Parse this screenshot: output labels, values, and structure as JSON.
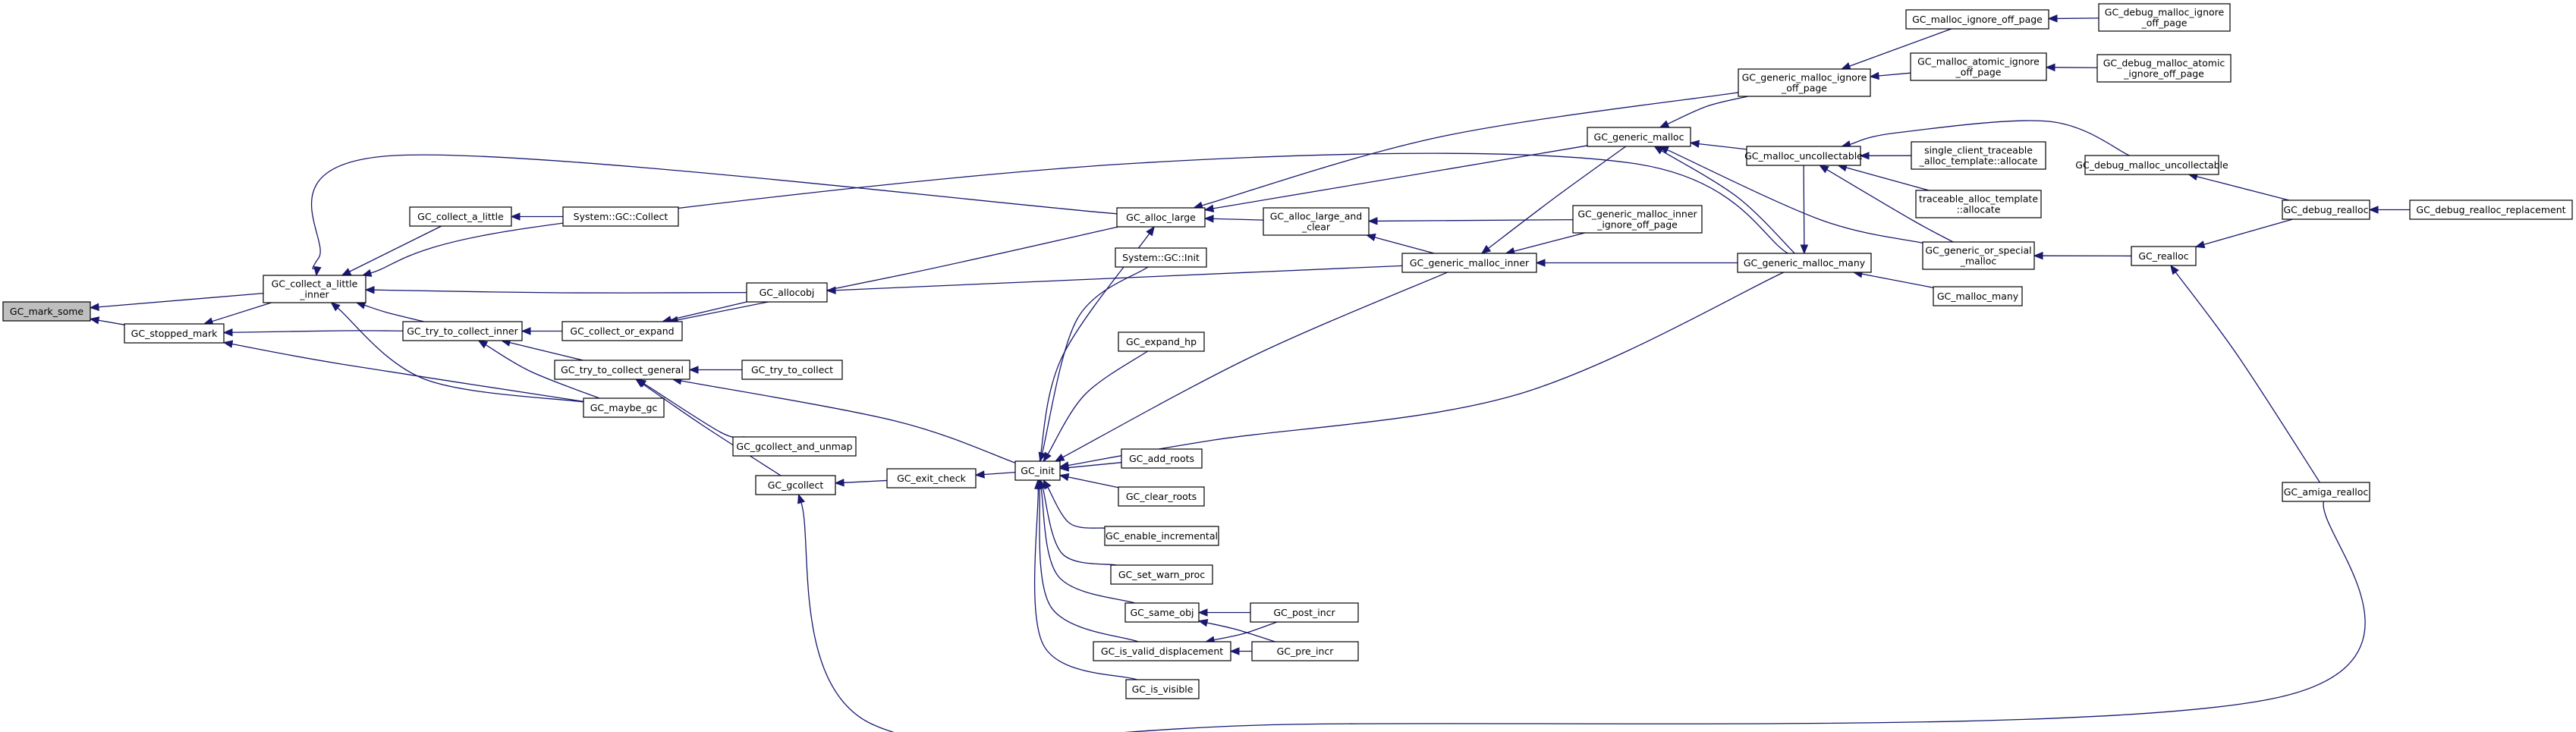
{
  "diagram": {
    "type": "call-graph (caller graph)",
    "colors": {
      "edge": "#191970",
      "root_fill": "#bfbfbf",
      "node_fill": "#ffffff",
      "node_border": "#000000"
    },
    "root": "mark_some",
    "nodes": [
      {
        "id": "mark_some",
        "label": [
          "GC_mark_some"
        ]
      },
      {
        "id": "stopped_mark",
        "label": [
          "GC_stopped_mark"
        ]
      },
      {
        "id": "collect_a_little_inner",
        "label": [
          "GC_collect_a_little",
          "_inner"
        ]
      },
      {
        "id": "collect_a_little",
        "label": [
          "GC_collect_a_little"
        ]
      },
      {
        "id": "sys_collect",
        "label": [
          "System::GC::Collect"
        ]
      },
      {
        "id": "try_to_collect_inner",
        "label": [
          "GC_try_to_collect_inner"
        ]
      },
      {
        "id": "collect_or_expand",
        "label": [
          "GC_collect_or_expand"
        ]
      },
      {
        "id": "allocobj",
        "label": [
          "GC_allocobj"
        ]
      },
      {
        "id": "try_to_collect_general",
        "label": [
          "GC_try_to_collect_general"
        ]
      },
      {
        "id": "try_to_collect",
        "label": [
          "GC_try_to_collect"
        ]
      },
      {
        "id": "maybe_gc",
        "label": [
          "GC_maybe_gc"
        ]
      },
      {
        "id": "gcollect_and_unmap",
        "label": [
          "GC_gcollect_and_unmap"
        ]
      },
      {
        "id": "gcollect",
        "label": [
          "GC_gcollect"
        ]
      },
      {
        "id": "exit_check",
        "label": [
          "GC_exit_check"
        ]
      },
      {
        "id": "init",
        "label": [
          "GC_init"
        ]
      },
      {
        "id": "alloc_large",
        "label": [
          "GC_alloc_large"
        ]
      },
      {
        "id": "alloc_large_and_clear",
        "label": [
          "GC_alloc_large_and",
          "_clear"
        ]
      },
      {
        "id": "sys_init",
        "label": [
          "System::GC::Init"
        ]
      },
      {
        "id": "expand_hp",
        "label": [
          "GC_expand_hp"
        ]
      },
      {
        "id": "add_roots",
        "label": [
          "GC_add_roots"
        ]
      },
      {
        "id": "clear_roots",
        "label": [
          "GC_clear_roots"
        ]
      },
      {
        "id": "enable_incremental",
        "label": [
          "GC_enable_incremental"
        ]
      },
      {
        "id": "set_warn_proc",
        "label": [
          "GC_set_warn_proc"
        ]
      },
      {
        "id": "same_obj",
        "label": [
          "GC_same_obj"
        ]
      },
      {
        "id": "is_valid_displacement",
        "label": [
          "GC_is_valid_displacement"
        ]
      },
      {
        "id": "is_visible",
        "label": [
          "GC_is_visible"
        ]
      },
      {
        "id": "post_incr",
        "label": [
          "GC_post_incr"
        ]
      },
      {
        "id": "pre_incr",
        "label": [
          "GC_pre_incr"
        ]
      },
      {
        "id": "generic_malloc",
        "label": [
          "GC_generic_malloc"
        ]
      },
      {
        "id": "generic_malloc_inner",
        "label": [
          "GC_generic_malloc_inner"
        ]
      },
      {
        "id": "generic_malloc_inner_ignore",
        "label": [
          "GC_generic_malloc_inner",
          "_ignore_off_page"
        ]
      },
      {
        "id": "generic_malloc_ignore",
        "label": [
          "GC_generic_malloc_ignore",
          "_off_page"
        ]
      },
      {
        "id": "generic_malloc_many",
        "label": [
          "GC_generic_malloc_many"
        ]
      },
      {
        "id": "malloc_many",
        "label": [
          "GC_malloc_many"
        ]
      },
      {
        "id": "malloc_ignore_off_page",
        "label": [
          "GC_malloc_ignore_off_page"
        ]
      },
      {
        "id": "malloc_atomic_ignore",
        "label": [
          "GC_malloc_atomic_ignore",
          "_off_page"
        ]
      },
      {
        "id": "debug_malloc_ignore",
        "label": [
          "GC_debug_malloc_ignore",
          "_off_page"
        ]
      },
      {
        "id": "debug_malloc_atomic_ignore",
        "label": [
          "GC_debug_malloc_atomic",
          "_ignore_off_page"
        ]
      },
      {
        "id": "malloc_uncollectable",
        "label": [
          "GC_malloc_uncollectable"
        ]
      },
      {
        "id": "single_client",
        "label": [
          "single_client_traceable",
          "_alloc_template::allocate"
        ]
      },
      {
        "id": "traceable_alloc",
        "label": [
          "traceable_alloc_template",
          "::allocate"
        ]
      },
      {
        "id": "generic_or_special",
        "label": [
          "GC_generic_or_special",
          "_malloc"
        ]
      },
      {
        "id": "realloc",
        "label": [
          "GC_realloc"
        ]
      },
      {
        "id": "debug_malloc_uncollectable",
        "label": [
          "GC_debug_malloc_uncollectable"
        ]
      },
      {
        "id": "debug_realloc",
        "label": [
          "GC_debug_realloc"
        ]
      },
      {
        "id": "debug_realloc_replacement",
        "label": [
          "GC_debug_realloc_replacement"
        ]
      },
      {
        "id": "amiga_realloc",
        "label": [
          "GC_amiga_realloc"
        ]
      }
    ],
    "edges": [
      {
        "from": "stopped_mark",
        "to": "mark_some"
      },
      {
        "from": "collect_a_little_inner",
        "to": "mark_some"
      },
      {
        "from": "collect_a_little_inner",
        "to": "stopped_mark"
      },
      {
        "from": "try_to_collect_inner",
        "to": "stopped_mark"
      },
      {
        "from": "maybe_gc",
        "to": "stopped_mark"
      },
      {
        "from": "collect_a_little",
        "to": "collect_a_little_inner"
      },
      {
        "from": "try_to_collect_inner",
        "to": "collect_a_little_inner"
      },
      {
        "from": "allocobj",
        "to": "collect_a_little_inner"
      },
      {
        "from": "alloc_large",
        "to": "collect_a_little_inner"
      },
      {
        "from": "generic_malloc_many",
        "to": "collect_a_little_inner"
      },
      {
        "from": "maybe_gc",
        "to": "collect_a_little_inner"
      },
      {
        "from": "sys_collect",
        "to": "collect_a_little"
      },
      {
        "from": "collect_or_expand",
        "to": "try_to_collect_inner"
      },
      {
        "from": "try_to_collect_general",
        "to": "try_to_collect_inner"
      },
      {
        "from": "maybe_gc",
        "to": "try_to_collect_inner"
      },
      {
        "from": "allocobj",
        "to": "collect_or_expand"
      },
      {
        "from": "alloc_large",
        "to": "collect_or_expand"
      },
      {
        "from": "generic_malloc_inner",
        "to": "allocobj"
      },
      {
        "from": "try_to_collect",
        "to": "try_to_collect_general"
      },
      {
        "from": "gcollect_and_unmap",
        "to": "try_to_collect_general"
      },
      {
        "from": "gcollect",
        "to": "try_to_collect_general"
      },
      {
        "from": "init",
        "to": "try_to_collect_general"
      },
      {
        "from": "exit_check",
        "to": "gcollect"
      },
      {
        "from": "amiga_realloc",
        "to": "gcollect"
      },
      {
        "from": "init",
        "to": "exit_check"
      },
      {
        "from": "alloc_large_and_clear",
        "to": "alloc_large"
      },
      {
        "from": "generic_malloc",
        "to": "alloc_large"
      },
      {
        "from": "generic_malloc_ignore",
        "to": "alloc_large"
      },
      {
        "from": "init",
        "to": "alloc_large"
      },
      {
        "from": "generic_malloc_inner_ignore",
        "to": "alloc_large_and_clear"
      },
      {
        "from": "generic_malloc_inner",
        "to": "alloc_large_and_clear"
      },
      {
        "from": "sys_init",
        "to": "init"
      },
      {
        "from": "expand_hp",
        "to": "init"
      },
      {
        "from": "add_roots",
        "to": "init"
      },
      {
        "from": "clear_roots",
        "to": "init"
      },
      {
        "from": "enable_incremental",
        "to": "init"
      },
      {
        "from": "set_warn_proc",
        "to": "init"
      },
      {
        "from": "same_obj",
        "to": "init"
      },
      {
        "from": "is_valid_displacement",
        "to": "init"
      },
      {
        "from": "is_visible",
        "to": "init"
      },
      {
        "from": "generic_malloc_inner",
        "to": "init"
      },
      {
        "from": "generic_malloc_many",
        "to": "init"
      },
      {
        "from": "post_incr",
        "to": "same_obj"
      },
      {
        "from": "pre_incr",
        "to": "same_obj"
      },
      {
        "from": "post_incr",
        "to": "is_valid_displacement"
      },
      {
        "from": "pre_incr",
        "to": "is_valid_displacement"
      },
      {
        "from": "generic_malloc",
        "to": "generic_malloc_inner"
      },
      {
        "from": "generic_malloc_inner_ignore",
        "to": "generic_malloc_inner"
      },
      {
        "from": "generic_malloc_many",
        "to": "generic_malloc_inner"
      },
      {
        "from": "generic_malloc_ignore",
        "to": "generic_malloc"
      },
      {
        "from": "malloc_uncollectable",
        "to": "generic_malloc"
      },
      {
        "from": "generic_or_special",
        "to": "generic_malloc"
      },
      {
        "from": "generic_malloc_many",
        "to": "generic_malloc"
      },
      {
        "from": "malloc_ignore_off_page",
        "to": "generic_malloc_ignore"
      },
      {
        "from": "malloc_atomic_ignore",
        "to": "generic_malloc_ignore"
      },
      {
        "from": "debug_malloc_ignore",
        "to": "malloc_ignore_off_page"
      },
      {
        "from": "debug_malloc_atomic_ignore",
        "to": "malloc_atomic_ignore"
      },
      {
        "from": "malloc_uncollectable",
        "to": "generic_malloc_many"
      },
      {
        "from": "malloc_many",
        "to": "generic_malloc_many"
      },
      {
        "from": "single_client",
        "to": "malloc_uncollectable"
      },
      {
        "from": "traceable_alloc",
        "to": "malloc_uncollectable"
      },
      {
        "from": "generic_or_special",
        "to": "malloc_uncollectable"
      },
      {
        "from": "debug_malloc_uncollectable",
        "to": "malloc_uncollectable"
      },
      {
        "from": "realloc",
        "to": "generic_or_special"
      },
      {
        "from": "debug_realloc",
        "to": "realloc"
      },
      {
        "from": "amiga_realloc",
        "to": "realloc"
      },
      {
        "from": "debug_realloc",
        "to": "debug_malloc_uncollectable"
      },
      {
        "from": "debug_realloc_replacement",
        "to": "debug_realloc"
      }
    ]
  }
}
